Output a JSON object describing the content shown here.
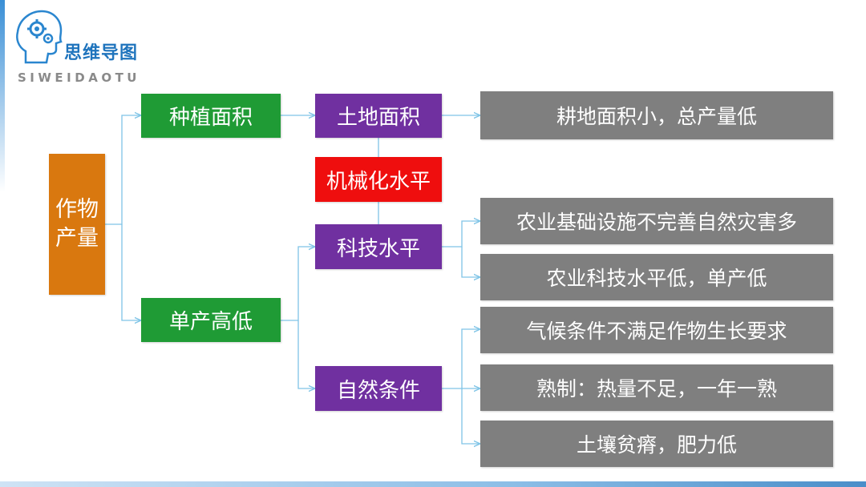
{
  "logo": {
    "title": "思维导图",
    "subtitle": "SIWEIDAOTU"
  },
  "nodes": {
    "root": "作物产量",
    "planting_area": "种植面积",
    "yield_level": "单产高低",
    "land_area": "土地面积",
    "mechanization": "机械化水平",
    "technology": "科技水平",
    "natural": "自然条件"
  },
  "details": {
    "d1": "耕地面积小，总产量低",
    "d2": "农业基础设施不完善自然灾害多",
    "d3": "农业科技水平低，单产低",
    "d4": "气候条件不满足作物生长要求",
    "d5": "熟制：热量不足，一年一熟",
    "d6": "土壤贫瘠，肥力低"
  },
  "colors": {
    "root": "#d9780f",
    "level1": "#1f9b35",
    "level2": "#7030a0",
    "highlight": "#ef0e0e",
    "detail": "#7f7f7f",
    "connector": "#7fc4e6",
    "logo": "#1f74bd"
  },
  "icons": [
    "head-gear-logo-icon"
  ]
}
